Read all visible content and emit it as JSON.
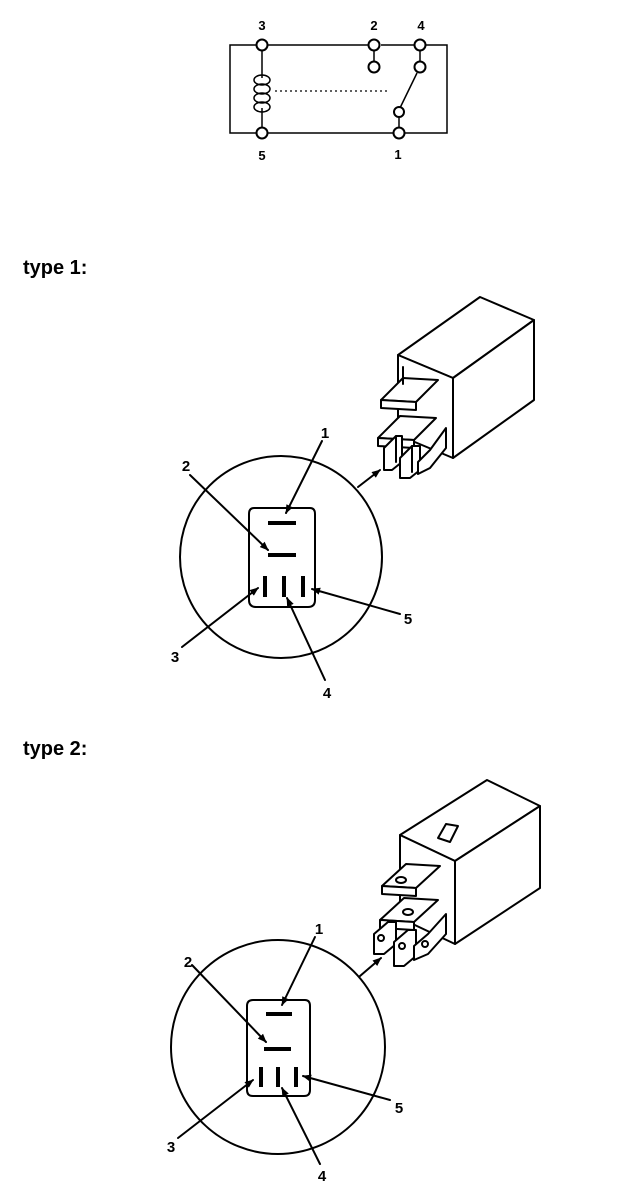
{
  "schematic": {
    "pins": {
      "p1": "1",
      "p2": "2",
      "p3": "3",
      "p4": "4",
      "p5": "5"
    }
  },
  "type1": {
    "heading": "type 1:",
    "callouts": {
      "c1": "1",
      "c2": "2",
      "c3": "3",
      "c4": "4",
      "c5": "5"
    }
  },
  "type2": {
    "heading": "type 2:",
    "callouts": {
      "c1": "1",
      "c2": "2",
      "c3": "3",
      "c4": "4",
      "c5": "5"
    }
  }
}
